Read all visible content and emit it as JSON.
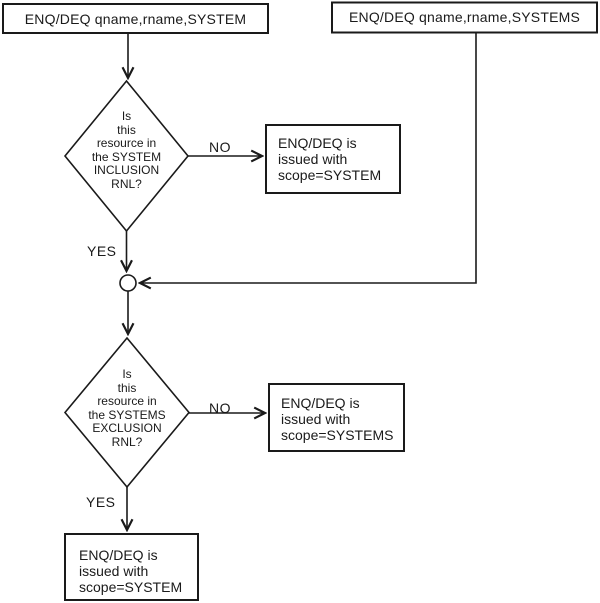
{
  "flowchart": {
    "nodes": {
      "start_system": "ENQ/DEQ qname,rname,SYSTEM",
      "start_systems": "ENQ/DEQ qname,rname,SYSTEMS",
      "decision_inclusion": "Is\nthis\nresource in\nthe SYSTEM\nINCLUSION\nRNL?",
      "result_no_inclusion": "ENQ/DEQ is\nissued with\nscope=SYSTEM",
      "decision_exclusion": "Is\nthis\nresource in\nthe SYSTEMS\nEXCLUSION\nRNL?",
      "result_no_exclusion": "ENQ/DEQ is\nissued with\nscope=SYSTEMS",
      "result_yes_exclusion": "ENQ/DEQ is\nissued with\nscope=SYSTEM"
    },
    "edge_labels": {
      "inclusion_no": "NO",
      "inclusion_yes": "YES",
      "exclusion_no": "NO",
      "exclusion_yes": "YES"
    },
    "colors": {
      "line": "#1a1a1a",
      "background": "#ffffff",
      "node_fill": "#ffffff"
    }
  }
}
